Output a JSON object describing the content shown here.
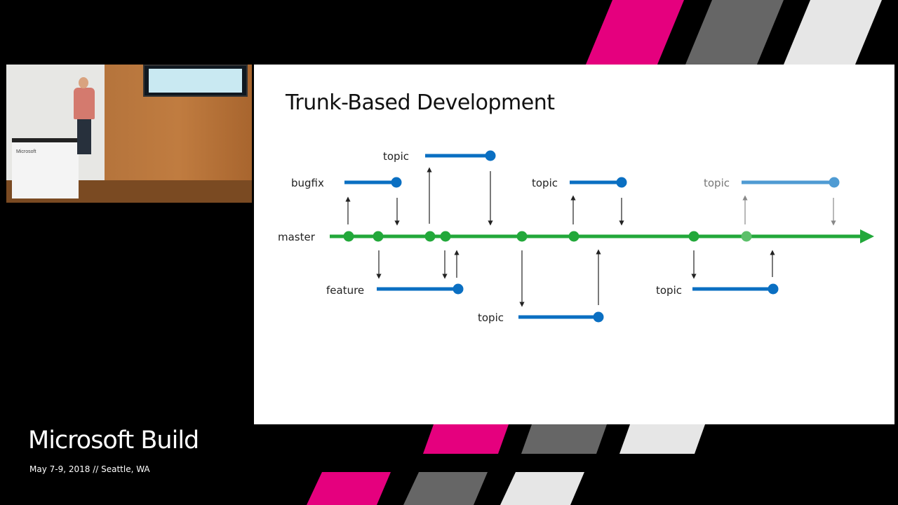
{
  "slide": {
    "title": "Trunk-Based Development"
  },
  "footer": {
    "brand": "Microsoft Build",
    "event_info": "May 7-9, 2018 // Seattle, WA"
  },
  "camera": {
    "podium_logo": "Microsoft"
  },
  "colors": {
    "trunk": "#22a83a",
    "branch": "#0a6fc2",
    "branch_faded": "#4f9bd3",
    "pink": "#e5007e",
    "gray": "#666666",
    "light": "#e6e6e6"
  },
  "diagram": {
    "trunk_label": "master",
    "branches": [
      {
        "label": "bugfix",
        "side": "above"
      },
      {
        "label": "topic",
        "side": "above"
      },
      {
        "label": "topic",
        "side": "above"
      },
      {
        "label": "topic",
        "side": "above",
        "faded": true
      },
      {
        "label": "feature",
        "side": "below"
      },
      {
        "label": "topic",
        "side": "below"
      },
      {
        "label": "topic",
        "side": "below"
      }
    ]
  }
}
